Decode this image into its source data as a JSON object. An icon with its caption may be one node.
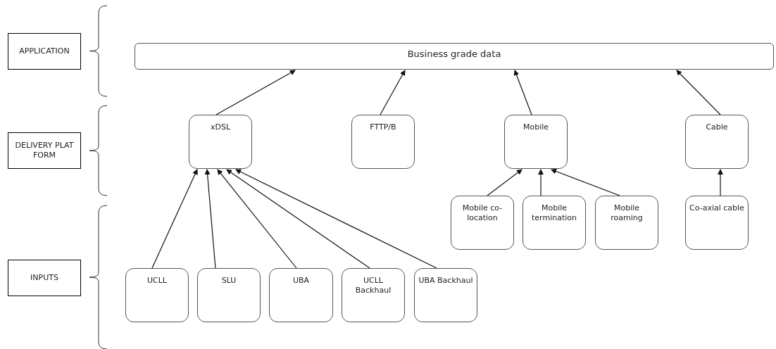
{
  "diagram": {
    "nodes": [
      {
        "text": [
          "APPLICATION"
        ]
      },
      {
        "text": [
          "DELIVERY PLATFORM"
        ]
      },
      {
        "text": [
          "INPUTS"
        ]
      },
      {
        "text": [
          "Business grade data"
        ]
      },
      {
        "text": [
          "xDSL"
        ]
      },
      {
        "text": [
          "FTTP/B"
        ]
      },
      {
        "text": [
          "Mobile"
        ]
      },
      {
        "text": [
          "Cable"
        ]
      },
      {
        "text": [
          "Mobile co-location"
        ]
      },
      {
        "text": [
          "Mobile termination"
        ]
      },
      {
        "text": [
          "Mobile roaming"
        ]
      },
      {
        "text": [
          "Co-axial cable"
        ]
      },
      {
        "text": [
          "UCLL"
        ]
      },
      {
        "text": [
          "SLU"
        ]
      },
      {
        "text": [
          "UBA"
        ]
      },
      {
        "text": [
          "UCLL Backhaul"
        ]
      },
      {
        "text": [
          "UBA Backhaul"
        ]
      }
    ],
    "edges": [
      {
        "from": 4,
        "to": 3,
        "arrow": "to"
      },
      {
        "from": 5,
        "to": 3,
        "arrow": "to"
      },
      {
        "from": 6,
        "to": 3,
        "arrow": "to"
      },
      {
        "from": 7,
        "to": 3,
        "arrow": "to"
      },
      {
        "from": 8,
        "to": 6,
        "arrow": "to"
      },
      {
        "from": 9,
        "to": 6,
        "arrow": "to"
      },
      {
        "from": 10,
        "to": 6,
        "arrow": "to"
      },
      {
        "from": 11,
        "to": 7,
        "arrow": "to"
      },
      {
        "from": 12,
        "to": 4,
        "arrow": "to"
      },
      {
        "from": 13,
        "to": 4,
        "arrow": "to"
      },
      {
        "from": 14,
        "to": 4,
        "arrow": "to"
      },
      {
        "from": 15,
        "to": 4,
        "arrow": "to"
      },
      {
        "from": 16,
        "to": 4,
        "arrow": "to"
      }
    ]
  }
}
